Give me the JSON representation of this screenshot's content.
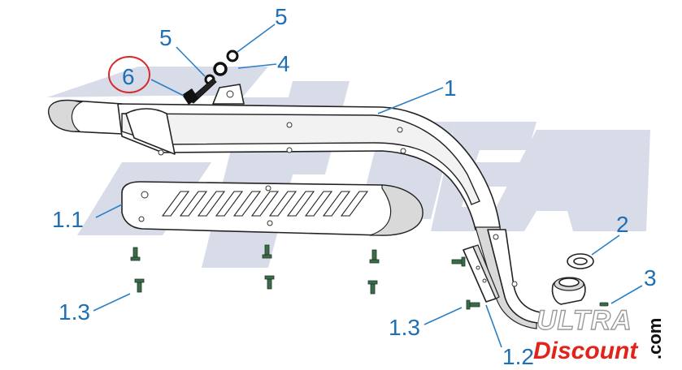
{
  "watermark": {
    "text": "SkyTEAM",
    "color": "#d8dbe8"
  },
  "highlight_color": "#d62b2b",
  "callout_color": "#1f6fb5",
  "callouts": {
    "c1": "1",
    "c11": "1.1",
    "c12": "1.2",
    "c13a": "1.3",
    "c13b": "1.3",
    "c2": "2",
    "c3": "3",
    "c4": "4",
    "c5a": "5",
    "c5b": "5",
    "c6": "6"
  },
  "logo": {
    "ultra": "ULTRA",
    "discount": "Discount",
    "com": ".com",
    "dot_color": "#e2231a"
  }
}
